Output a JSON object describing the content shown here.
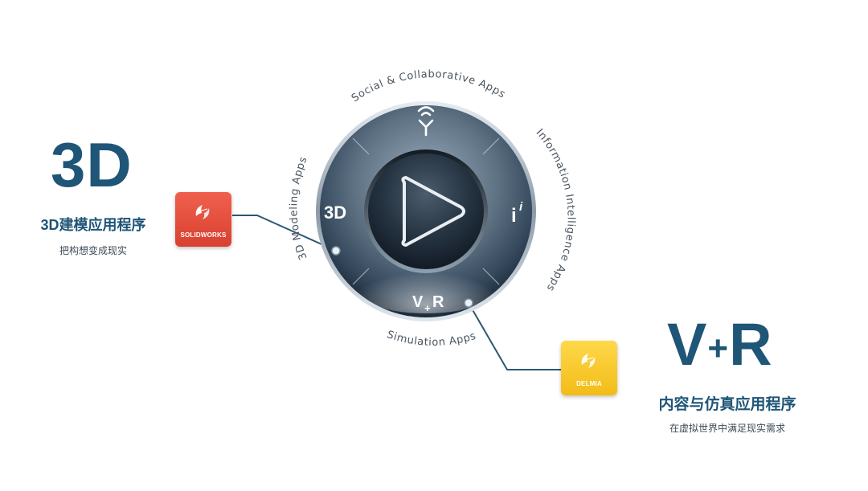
{
  "compass": {
    "top_label": "Social & Collaborative Apps",
    "right_label": "Information Intelligence Apps",
    "bottom_label": "Simulation Apps",
    "left_label": "3D Modeling Apps",
    "quadrant_left": "3D",
    "quadrant_right": "i",
    "quadrant_right_sup": "i",
    "quadrant_bottom": "V",
    "quadrant_bottom_plus": "+",
    "quadrant_bottom_r": "R",
    "center_icon": "play-icon",
    "top_icon": "social-antenna-icon"
  },
  "left_panel": {
    "big_label": "3D",
    "title": "3D建模应用程序",
    "subtitle": "把构想变成现实",
    "product_tile": {
      "label": "SOLIDWORKS",
      "logo": "ds-logo-icon",
      "color": "#e44a38"
    }
  },
  "right_panel": {
    "big_label_v": "V",
    "big_label_plus": "+",
    "big_label_r": "R",
    "title": "内容与仿真应用程序",
    "subtitle": "在虚拟世界中满足现实需求",
    "product_tile": {
      "label": "DELMIA",
      "logo": "ds-logo-icon",
      "color": "#f7c82b"
    }
  },
  "colors": {
    "heading": "#1f5577",
    "connector": "#2b5872",
    "compass_dark": "#2c3c4c"
  }
}
